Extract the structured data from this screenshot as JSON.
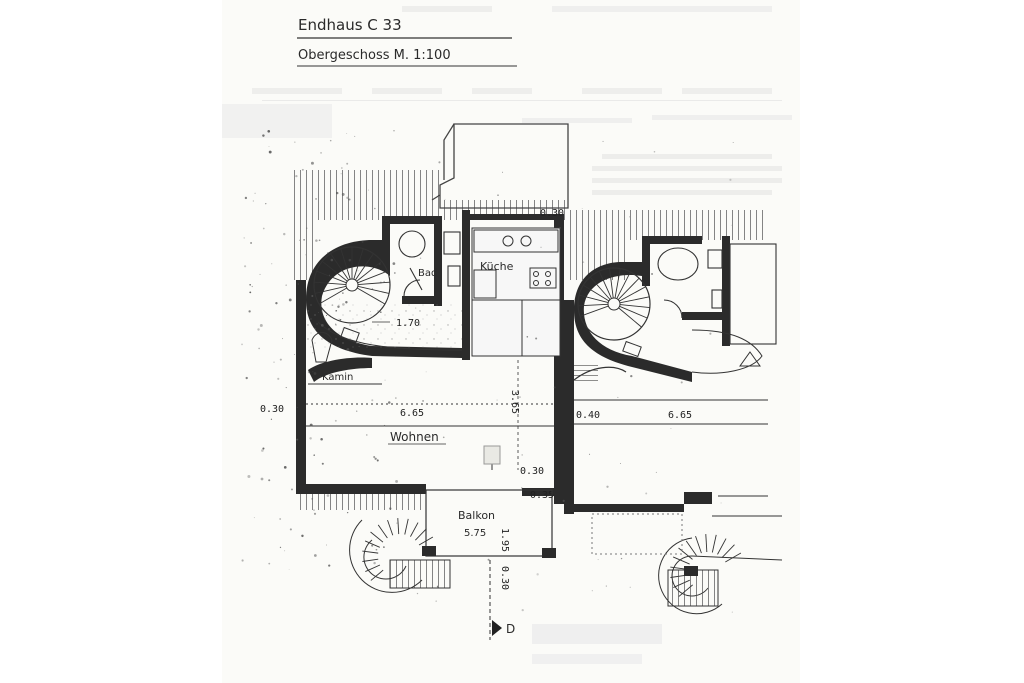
{
  "header": {
    "title": "Endhaus   C 33",
    "subtitle": "Obergeschoss   M. 1:100"
  },
  "rooms": {
    "bad": "Bad",
    "kueche": "Küche",
    "kamin": "Kamin",
    "wohnen": "Wohnen",
    "balkon": "Balkon",
    "balkon_area": "5.75"
  },
  "dimensions": {
    "stair_gap": "1.70",
    "depth_left": "3.65",
    "width_left": "6.65",
    "width_right": "6.65",
    "wall_left": "0.30",
    "wall_right_start": "0.40",
    "wall_top_right": "0.30",
    "wohnen_bottom": "0.30",
    "balkon_top": "0.35",
    "balkon_depth": "1.95",
    "stair_offset": "0.30"
  },
  "section_marker": "D",
  "colors": {
    "paper": "#fbfbf8",
    "ink": "#2b2b2b",
    "ghost_text": "#bdbdbd"
  }
}
